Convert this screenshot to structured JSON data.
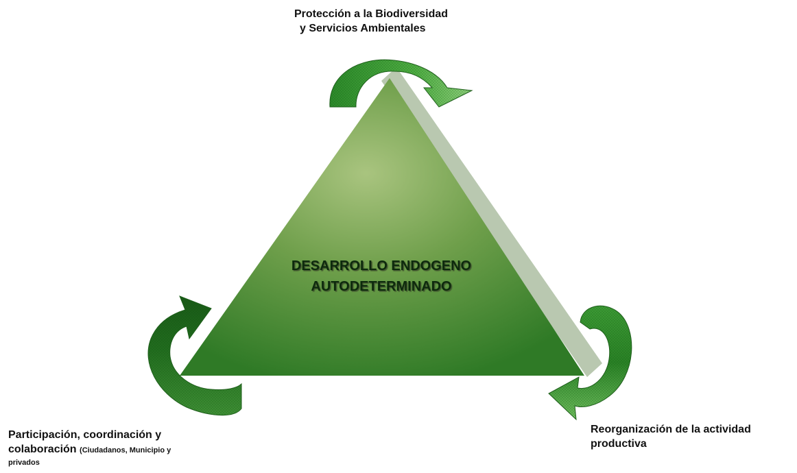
{
  "center": {
    "line1": "DESARROLLO ENDOGENO",
    "line2": "AUTODETERMINADO"
  },
  "labels": {
    "top": {
      "line1": "Protección a la Biodiversidad",
      "line2": "y Servicios Ambientales"
    },
    "right": {
      "line1": "Reorganización de la actividad",
      "line2": "productiva"
    },
    "left": {
      "line1": "Participación, coordinación y",
      "line2_main": "colaboración",
      "line2_small": "(Ciudadanos, Municipio y",
      "line3": "privados"
    }
  },
  "colors": {
    "triangle_light": "#a7c47f",
    "triangle_dark": "#2d7a26",
    "shadow": "#b6c6ad",
    "arrow_light": "#7cc36a",
    "arrow_dark": "#1e6b1c"
  }
}
